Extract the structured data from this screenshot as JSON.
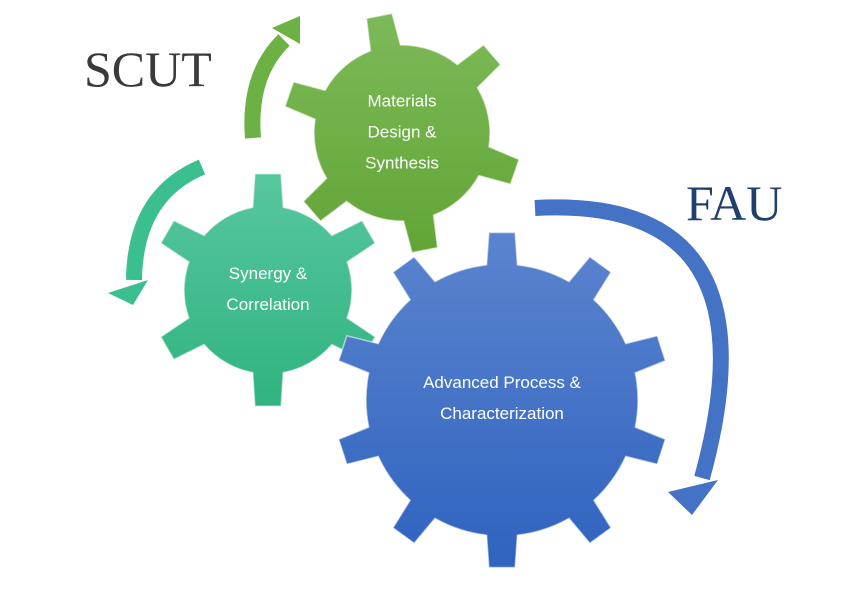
{
  "organizations": {
    "left": "SCUT",
    "right": "FAU"
  },
  "gears": [
    {
      "id": "materials",
      "lines": [
        "Materials",
        "Design &",
        "Synthesis"
      ],
      "color_top": "#7cba58",
      "color_bottom": "#62a536",
      "teeth": 6
    },
    {
      "id": "synergy",
      "lines": [
        "Synergy &",
        "Correlation"
      ],
      "color_top": "#58c79e",
      "color_bottom": "#2fb380",
      "teeth": 6
    },
    {
      "id": "process",
      "lines": [
        "Advanced Process &",
        "Characterization"
      ],
      "color_top": "#5b84cf",
      "color_bottom": "#2f63bf",
      "teeth": 10
    }
  ],
  "colors": {
    "org_left": "#3a3a3a",
    "org_right": "#1f3f6e",
    "arrow_green": "#6bb143",
    "arrow_teal": "#3cbf8e",
    "arrow_blue": "#4472c4"
  }
}
